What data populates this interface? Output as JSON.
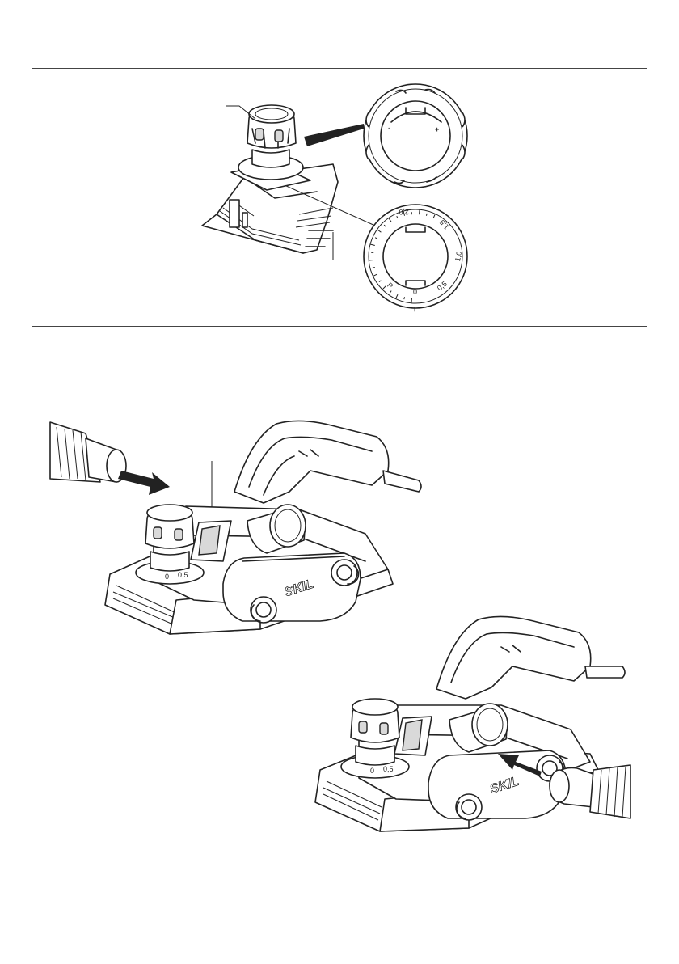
{
  "figure_top": {
    "dial_top": {
      "minus_label": "-",
      "plus_label": "+"
    },
    "dial_bottom": {
      "scale_labels": [
        "P",
        "0",
        "0,5",
        "1,0",
        "1,5",
        "2,0"
      ],
      "pointer_label": "↑"
    }
  },
  "figure_bottom": {
    "brand_text": "SKIL",
    "dial_scale_labels": [
      "0",
      "0,5"
    ]
  }
}
